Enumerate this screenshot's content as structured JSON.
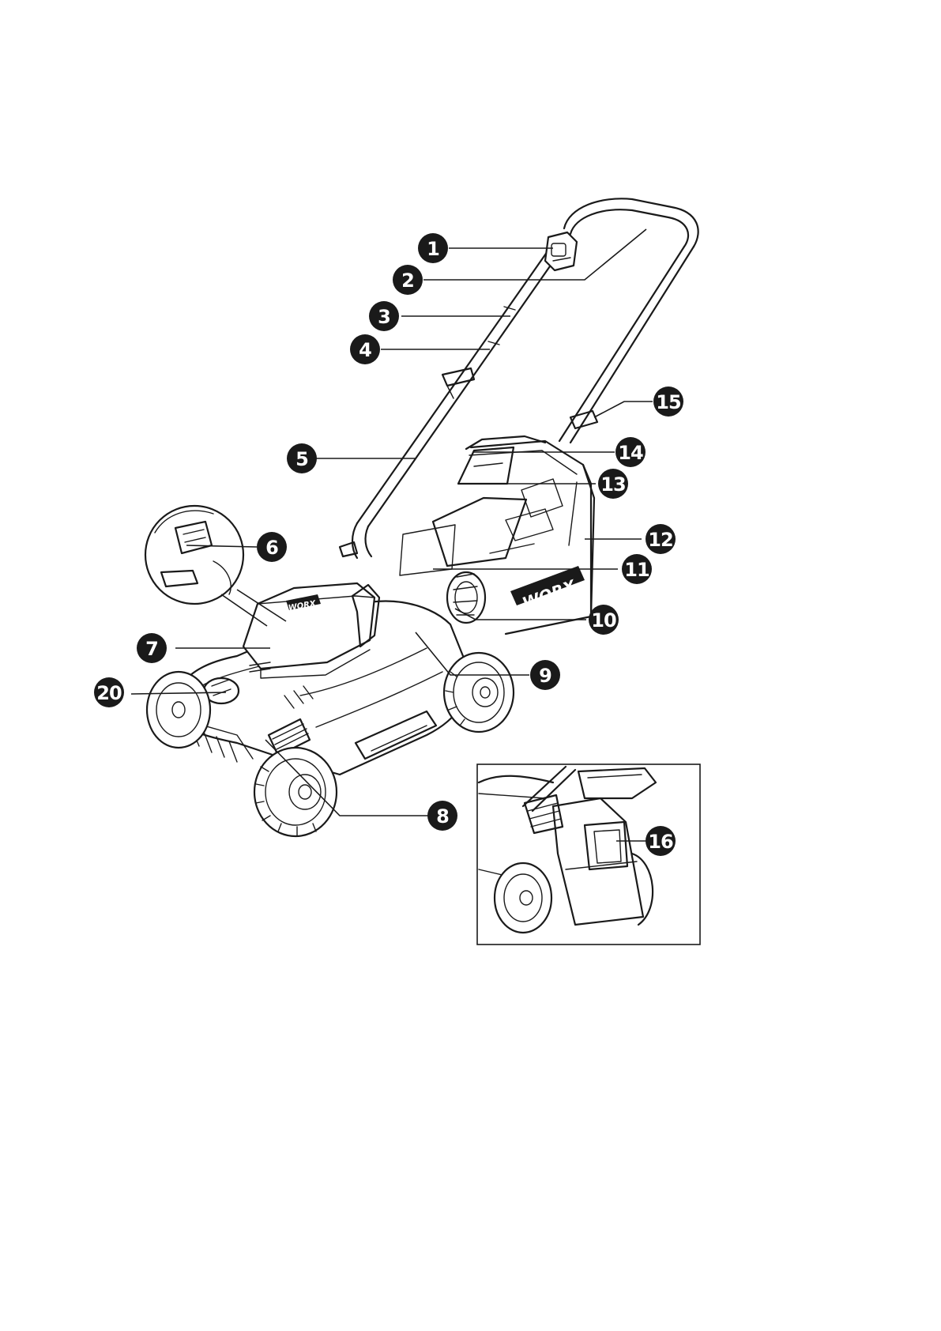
{
  "diagram": {
    "callouts": [
      "1",
      "2",
      "3",
      "4",
      "5",
      "6",
      "7",
      "8",
      "9",
      "10",
      "11",
      "12",
      "13",
      "14",
      "15",
      "16",
      "20"
    ],
    "brand_label": "WORX",
    "battery_label": "WORX"
  }
}
